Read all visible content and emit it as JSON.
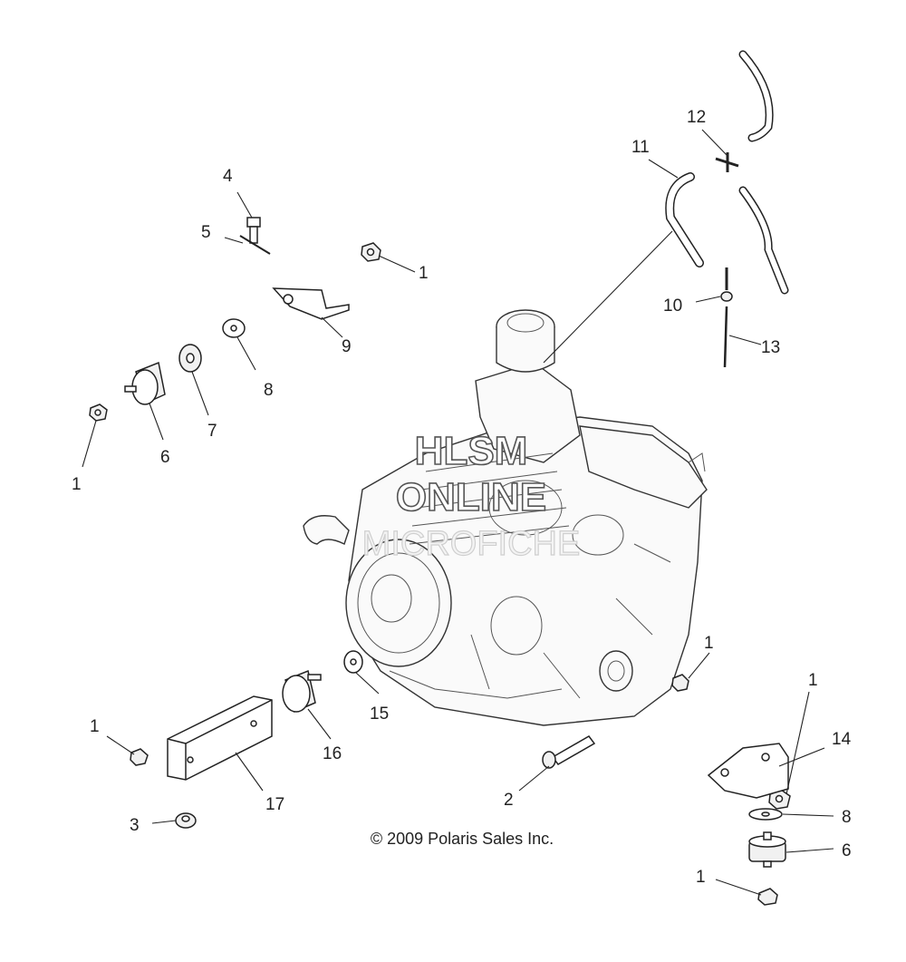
{
  "watermark": {
    "line1": "HLSM",
    "line2": "ONLINE",
    "line3": "MICROFICHE"
  },
  "copyright": "© 2009 Polaris Sales Inc.",
  "callouts": [
    {
      "id": "c4",
      "text": "4"
    },
    {
      "id": "c5",
      "text": "5"
    },
    {
      "id": "c1a",
      "text": "1"
    },
    {
      "id": "c9",
      "text": "9"
    },
    {
      "id": "c8a",
      "text": "8"
    },
    {
      "id": "c7",
      "text": "7"
    },
    {
      "id": "c6a",
      "text": "6"
    },
    {
      "id": "c1b",
      "text": "1"
    },
    {
      "id": "c11",
      "text": "11"
    },
    {
      "id": "c12",
      "text": "12"
    },
    {
      "id": "c10",
      "text": "10"
    },
    {
      "id": "c13",
      "text": "13"
    },
    {
      "id": "c1c",
      "text": "1"
    },
    {
      "id": "c1d",
      "text": "1"
    },
    {
      "id": "c14",
      "text": "14"
    },
    {
      "id": "c15",
      "text": "15"
    },
    {
      "id": "c16",
      "text": "16"
    },
    {
      "id": "c1e",
      "text": "1"
    },
    {
      "id": "c17",
      "text": "17"
    },
    {
      "id": "c2",
      "text": "2"
    },
    {
      "id": "c8b",
      "text": "8"
    },
    {
      "id": "c6b",
      "text": "6"
    },
    {
      "id": "c3",
      "text": "3"
    },
    {
      "id": "c1f",
      "text": "1"
    }
  ]
}
